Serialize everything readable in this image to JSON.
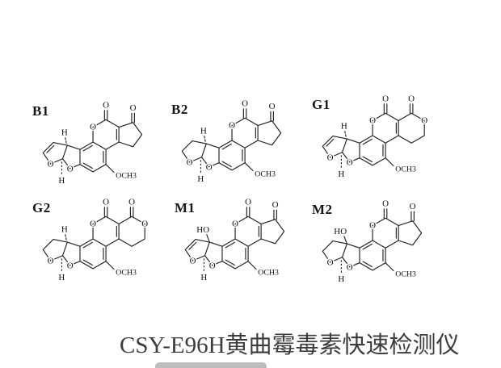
{
  "caption": "CSY-E96H黄曲霉毒素快速检测仪",
  "molecules": [
    {
      "label": "B1",
      "atoms": {
        "pyranone_ring_o": "O",
        "pyranone_carbonyl_o": "O",
        "ketone_o": "O",
        "furan_o_inner": "O",
        "furan_o_outer": "O",
        "methoxy": "OCH3",
        "h_top": "H",
        "h_bottom": "H"
      }
    },
    {
      "label": "B2",
      "atoms": {
        "pyranone_ring_o": "O",
        "pyranone_carbonyl_o": "O",
        "ketone_o": "O",
        "furan_o_inner": "O",
        "furan_o_outer": "O",
        "methoxy": "OCH3",
        "h_top": "H",
        "h_bottom": "H"
      }
    },
    {
      "label": "G1",
      "atoms": {
        "pyranone_ring_o": "O",
        "pyranone_carbonyl_o": "O",
        "lactone_carbonyl_o": "O",
        "lactone_ring_o": "O",
        "furan_o_inner": "O",
        "furan_o_outer": "O",
        "methoxy": "OCH3",
        "h_top": "H",
        "h_bottom": "H"
      }
    },
    {
      "label": "G2",
      "atoms": {
        "pyranone_ring_o": "O",
        "pyranone_carbonyl_o": "O",
        "lactone_carbonyl_o": "O",
        "lactone_ring_o": "O",
        "furan_o_inner": "O",
        "furan_o_outer": "O",
        "methoxy": "OCH3",
        "h_top": "H",
        "h_bottom": "H"
      }
    },
    {
      "label": "M1",
      "atoms": {
        "pyranone_ring_o": "O",
        "pyranone_carbonyl_o": "O",
        "ketone_o": "O",
        "furan_o_inner": "O",
        "furan_o_outer": "O",
        "methoxy": "OCH3",
        "hydroxyl": "HO",
        "h_bottom": "H"
      }
    },
    {
      "label": "M2",
      "atoms": {
        "pyranone_ring_o": "O",
        "pyranone_carbonyl_o": "O",
        "ketone_o": "O",
        "furan_o_inner": "O",
        "furan_o_outer": "O",
        "methoxy": "OCH3",
        "hydroxyl": "HO",
        "h_bottom": "H"
      }
    }
  ]
}
